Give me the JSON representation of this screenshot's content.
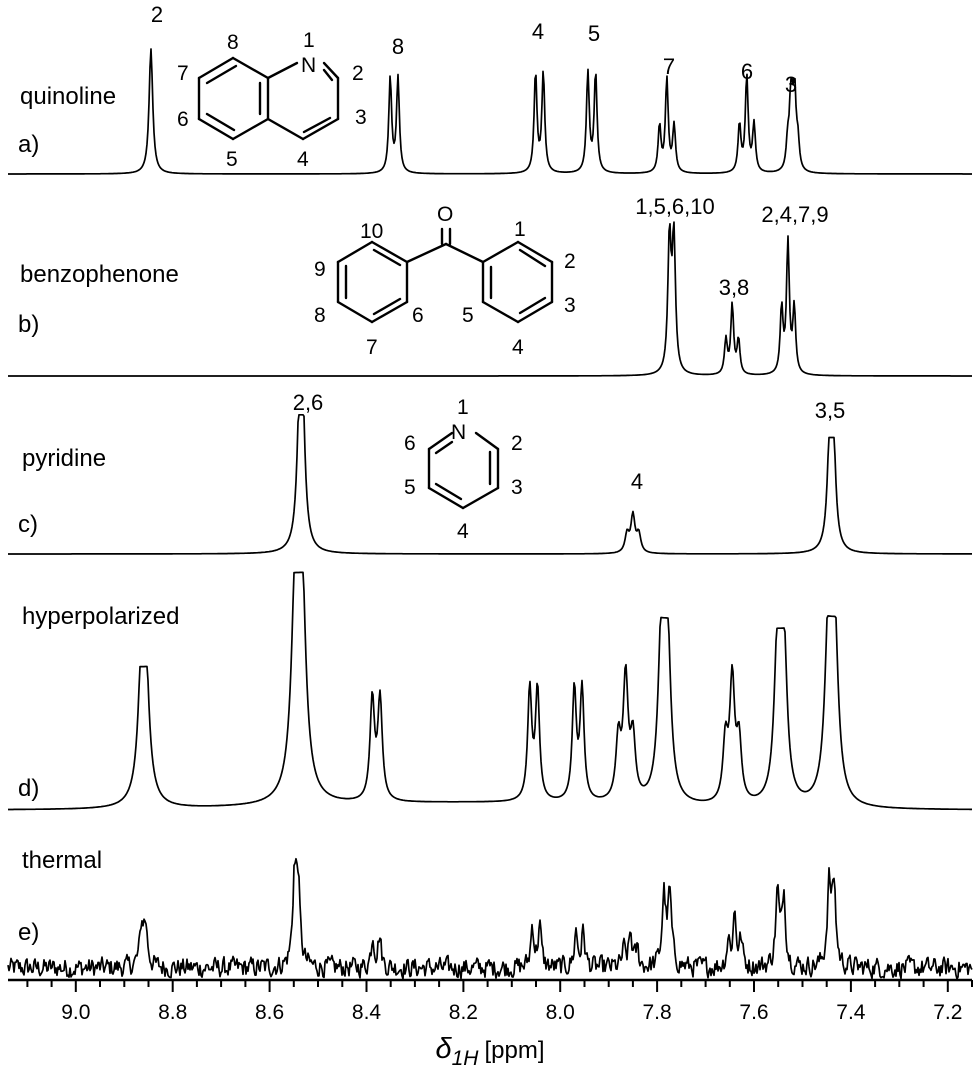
{
  "chart_data": {
    "type": "line",
    "x_axis": {
      "label_symbol": "δ",
      "label_subscript": "1H",
      "label_unit": "[ppm]",
      "reversed": true,
      "range": [
        9.14,
        7.15
      ],
      "major_ticks": [
        "9.0",
        "8.8",
        "8.6",
        "8.4",
        "8.2",
        "8.0",
        "7.8",
        "7.6",
        "7.4",
        "7.2"
      ],
      "minor_tick_step": 0.05
    },
    "legend": "none",
    "grid": false,
    "panels": [
      {
        "id": "a",
        "letter": "a)",
        "name": "quinoline",
        "peaks": [
          {
            "label": "2",
            "ppm": 8.845,
            "height": 1.0,
            "width": 0.0045,
            "split": 0,
            "lines": 1
          },
          {
            "label": "8",
            "ppm": 8.343,
            "height": 0.76,
            "width": 0.0035,
            "split": 0.016,
            "lines": 2
          },
          {
            "label": "4",
            "ppm": 8.043,
            "height": 0.8,
            "width": 0.0035,
            "split": 0.016,
            "lines": 2
          },
          {
            "label": "5",
            "ppm": 7.935,
            "height": 0.8,
            "width": 0.0035,
            "split": 0.016,
            "lines": 2
          },
          {
            "label": "7",
            "ppm": 7.78,
            "height": 0.75,
            "width": 0.0035,
            "split": 0.015,
            "lines": 3
          },
          {
            "label": "6",
            "ppm": 7.615,
            "height": 0.77,
            "width": 0.0035,
            "split": 0.015,
            "lines": 3
          },
          {
            "label": "3",
            "ppm": 7.52,
            "height": 0.66,
            "width": 0.0035,
            "split": 0.007,
            "lines": 4
          }
        ]
      },
      {
        "id": "b",
        "letter": "b)",
        "name": "benzophenone",
        "peaks": [
          {
            "label": "1,5,6,10",
            "ppm": 7.77,
            "height": 1.0,
            "width": 0.004,
            "split": 0.009,
            "lines": 2
          },
          {
            "label": "3,8",
            "ppm": 7.645,
            "height": 0.52,
            "width": 0.0035,
            "split": 0.013,
            "lines": 3
          },
          {
            "label": "2,4,7,9",
            "ppm": 7.53,
            "height": 0.98,
            "width": 0.0035,
            "split": 0.013,
            "lines": 3
          }
        ]
      },
      {
        "id": "c",
        "letter": "c)",
        "name": "pyridine",
        "peaks": [
          {
            "label": "2,6",
            "ppm": 8.535,
            "height": 0.98,
            "width": 0.0065,
            "split": 0.005,
            "lines": 2
          },
          {
            "label": "4",
            "ppm": 7.85,
            "height": 0.3,
            "width": 0.005,
            "split": 0.012,
            "lines": 3
          },
          {
            "label": "3,5",
            "ppm": 7.44,
            "height": 0.82,
            "width": 0.006,
            "split": 0.007,
            "lines": 2
          }
        ]
      },
      {
        "id": "d",
        "letter": "d)",
        "name": "hyperpolarized",
        "peaks": [
          {
            "ppm": 8.86,
            "height": 0.61,
            "width": 0.009,
            "split": 0.005,
            "lines": 2
          },
          {
            "ppm": 8.54,
            "height": 1.0,
            "width": 0.01,
            "split": 0.012,
            "lines": 2
          },
          {
            "ppm": 8.38,
            "height": 0.5,
            "width": 0.0055,
            "split": 0.016,
            "lines": 2
          },
          {
            "ppm": 8.055,
            "height": 0.55,
            "width": 0.005,
            "split": 0.016,
            "lines": 2
          },
          {
            "ppm": 7.963,
            "height": 0.55,
            "width": 0.005,
            "split": 0.016,
            "lines": 2
          },
          {
            "ppm": 7.865,
            "height": 0.6,
            "width": 0.006,
            "split": 0.015,
            "lines": 3
          },
          {
            "ppm": 7.785,
            "height": 0.8,
            "width": 0.008,
            "split": 0.012,
            "lines": 2
          },
          {
            "ppm": 7.645,
            "height": 0.6,
            "width": 0.006,
            "split": 0.014,
            "lines": 3
          },
          {
            "ppm": 7.545,
            "height": 0.76,
            "width": 0.008,
            "split": 0.013,
            "lines": 2
          },
          {
            "ppm": 7.44,
            "height": 0.82,
            "width": 0.009,
            "split": 0.012,
            "lines": 2
          }
        ]
      },
      {
        "id": "e",
        "letter": "e)",
        "name": "thermal",
        "noise": true,
        "peaks": [
          {
            "ppm": 8.86,
            "height": 0.42,
            "width": 0.005,
            "split": 0.006,
            "lines": 2
          },
          {
            "ppm": 8.545,
            "height": 0.92,
            "width": 0.0045,
            "split": 0.006,
            "lines": 2
          },
          {
            "ppm": 8.38,
            "height": 0.32,
            "width": 0.004,
            "split": 0.014,
            "lines": 2
          },
          {
            "ppm": 8.05,
            "height": 0.42,
            "width": 0.004,
            "split": 0.015,
            "lines": 2
          },
          {
            "ppm": 7.96,
            "height": 0.36,
            "width": 0.004,
            "split": 0.015,
            "lines": 2
          },
          {
            "ppm": 7.855,
            "height": 0.34,
            "width": 0.004,
            "split": 0.014,
            "lines": 3
          },
          {
            "ppm": 7.78,
            "height": 0.72,
            "width": 0.0045,
            "split": 0.012,
            "lines": 2
          },
          {
            "ppm": 7.64,
            "height": 0.54,
            "width": 0.004,
            "split": 0.013,
            "lines": 3
          },
          {
            "ppm": 7.545,
            "height": 0.74,
            "width": 0.0045,
            "split": 0.013,
            "lines": 2
          },
          {
            "ppm": 7.44,
            "height": 0.82,
            "width": 0.0045,
            "split": 0.01,
            "lines": 2
          }
        ]
      }
    ]
  },
  "structures": {
    "quinoline": {
      "atoms": [
        "1",
        "2",
        "3",
        "4",
        "5",
        "6",
        "7",
        "8"
      ],
      "heteroatom": "N"
    },
    "benzophenone": {
      "atoms": [
        "1",
        "2",
        "3",
        "4",
        "5",
        "6",
        "7",
        "8",
        "9",
        "10"
      ],
      "heteroatom": "O"
    },
    "pyridine": {
      "atoms": [
        "1",
        "2",
        "3",
        "4",
        "5",
        "6"
      ],
      "heteroatom": "N"
    }
  }
}
